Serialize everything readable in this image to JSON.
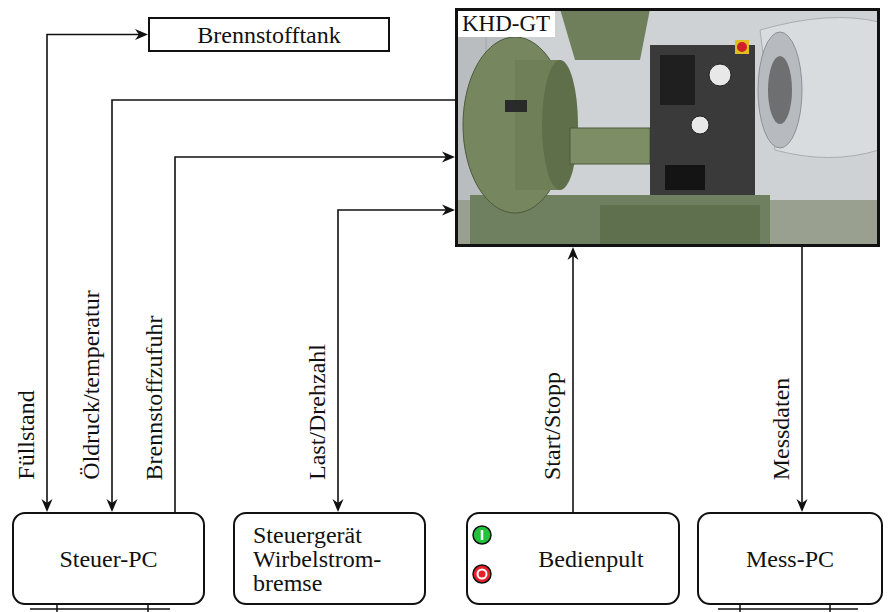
{
  "diagram": {
    "nodes": [
      {
        "text": [
          "Brennstofftank"
        ]
      },
      {
        "text": [
          "KHD-GT"
        ]
      },
      {
        "text": [
          "Steuer-PC"
        ]
      },
      {
        "text": [
          "Steuergerät Wirbelstrom- bremse"
        ]
      },
      {
        "text": [
          "Bedienpult"
        ]
      },
      {
        "text": [
          "Mess-PC"
        ]
      }
    ],
    "edges": [
      {
        "from": 2,
        "to": 0,
        "label": "Füllstand",
        "arrow": "both"
      },
      {
        "from": 1,
        "to": 2,
        "label": "Öldruck/temperatur",
        "arrow": "to"
      },
      {
        "from": 2,
        "to": 1,
        "label": "Brennstoffzufuhr",
        "arrow": "to"
      },
      {
        "from": 3,
        "to": 1,
        "label": "Last/Drehzahl",
        "arrow": "both"
      },
      {
        "from": 4,
        "to": 1,
        "label": "Start/Stopp",
        "arrow": "to"
      },
      {
        "from": 1,
        "to": 5,
        "label": "Messdaten",
        "arrow": "to"
      }
    ]
  }
}
